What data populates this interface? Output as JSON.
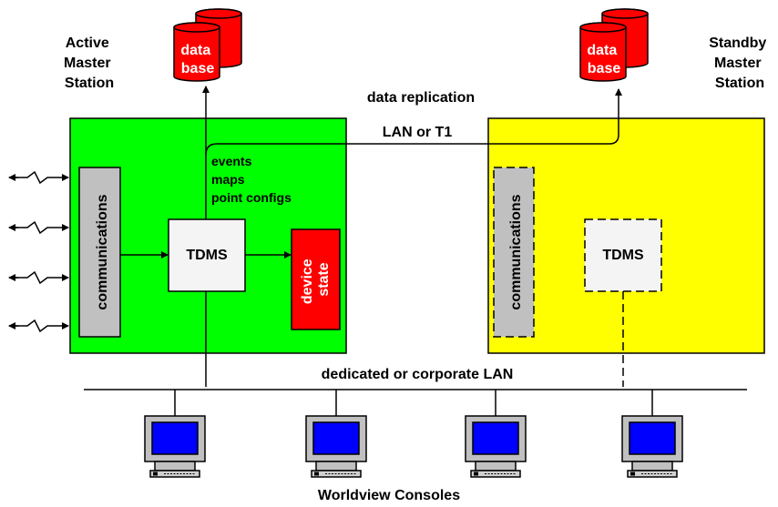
{
  "active_station": {
    "title_lines": [
      "Active",
      "Master",
      "Station"
    ],
    "database_lines": [
      "data",
      "base"
    ],
    "communications_label": "communications",
    "tdms_label": "TDMS",
    "device_state_lines": [
      "device",
      "state"
    ],
    "flow_labels": [
      "events",
      "maps",
      "point configs"
    ],
    "color": "#00ff00"
  },
  "standby_station": {
    "title_lines": [
      "Standby",
      "Master",
      "Station"
    ],
    "database_lines": [
      "data",
      "base"
    ],
    "communications_label": "communications",
    "tdms_label": "TDMS",
    "color": "#ffff00"
  },
  "replication": {
    "label": "data replication",
    "link_label": "LAN or T1"
  },
  "network": {
    "label": "dedicated or corporate LAN"
  },
  "consoles": {
    "label": "Worldview Consoles",
    "count": 4
  },
  "colors": {
    "database": "#ff0000",
    "device_state": "#ff0000",
    "communications": "#c0c0c0",
    "monitor_screen": "#0000ff",
    "monitor_body": "#c0c0c0"
  },
  "external_links_count": 4
}
